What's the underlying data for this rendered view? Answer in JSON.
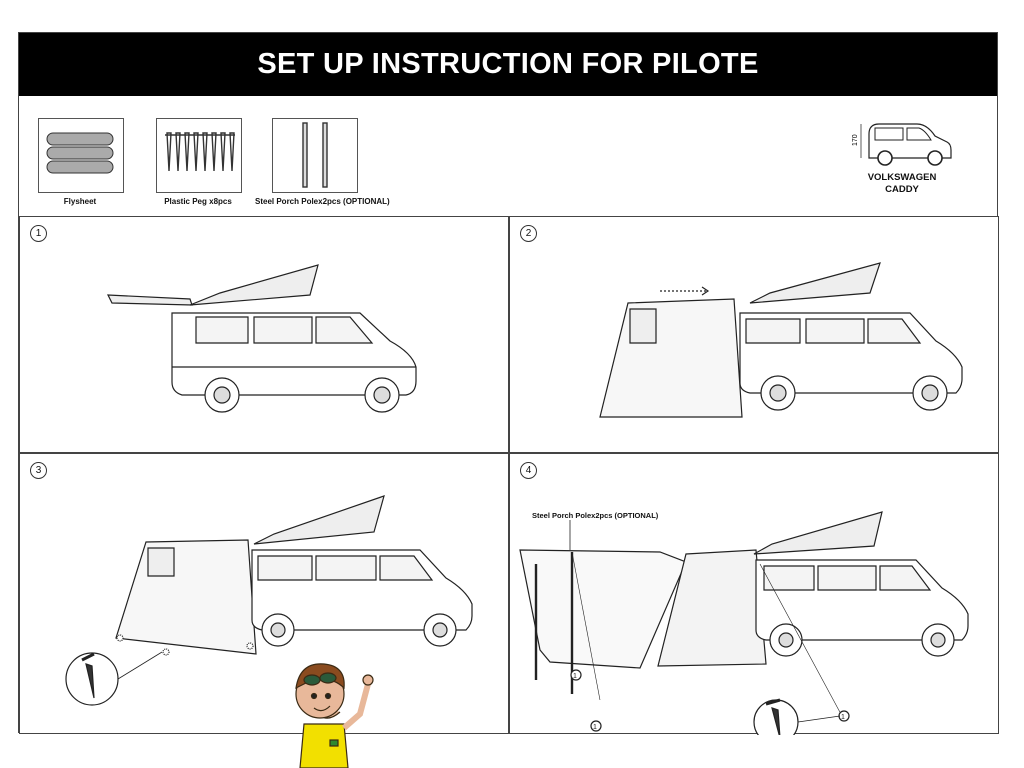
{
  "title": "SET UP INSTRUCTION FOR PILOTE",
  "parts": [
    {
      "label": "Flysheet",
      "icon": "flysheet-icon"
    },
    {
      "label": "Plastic Peg x8pcs",
      "icon": "peg-icon"
    },
    {
      "label": "Steel Porch Polex2pcs (OPTIONAL)",
      "icon": "pole-icon"
    }
  ],
  "vehicle": {
    "line1": "VOLKSWAGEN",
    "line2": "CADDY",
    "height": "170"
  },
  "steps": [
    {
      "number": "1"
    },
    {
      "number": "2"
    },
    {
      "number": "3"
    },
    {
      "number": "4",
      "callout": "Steel Porch Polex2pcs (OPTIONAL)",
      "marker_1": "1",
      "marker_2": "1",
      "marker_3": "1"
    }
  ],
  "colors": {
    "title_bg": "#000000",
    "title_text": "#ffffff",
    "line": "#333333",
    "mascot_shirt": "#f2e000"
  }
}
